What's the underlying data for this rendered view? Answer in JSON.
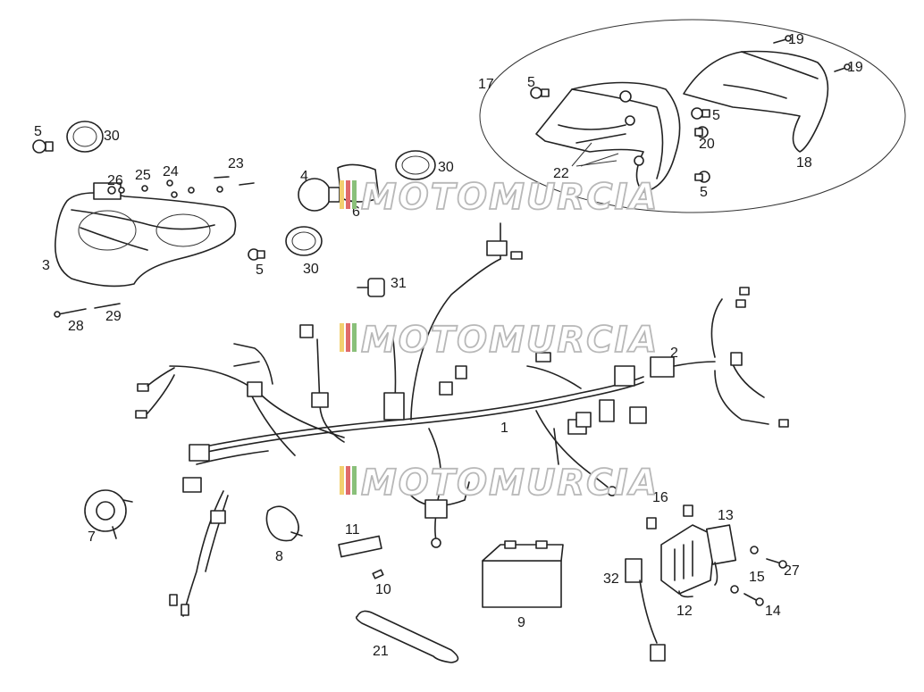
{
  "diagram": {
    "callouts": [
      {
        "id": "c1",
        "text": "1"
      },
      {
        "id": "c2",
        "text": "2"
      },
      {
        "id": "c3",
        "text": "3"
      },
      {
        "id": "c4",
        "text": "4"
      },
      {
        "id": "c5a",
        "text": "5"
      },
      {
        "id": "c5b",
        "text": "5"
      },
      {
        "id": "c5c",
        "text": "5"
      },
      {
        "id": "c5d",
        "text": "5"
      },
      {
        "id": "c5e",
        "text": "5"
      },
      {
        "id": "c6",
        "text": "6"
      },
      {
        "id": "c7",
        "text": "7"
      },
      {
        "id": "c8",
        "text": "8"
      },
      {
        "id": "c9",
        "text": "9"
      },
      {
        "id": "c10",
        "text": "10"
      },
      {
        "id": "c11",
        "text": "11"
      },
      {
        "id": "c12",
        "text": "12"
      },
      {
        "id": "c13",
        "text": "13"
      },
      {
        "id": "c14",
        "text": "14"
      },
      {
        "id": "c15",
        "text": "15"
      },
      {
        "id": "c16",
        "text": "16"
      },
      {
        "id": "c17",
        "text": "17"
      },
      {
        "id": "c18",
        "text": "18"
      },
      {
        "id": "c19a",
        "text": "19"
      },
      {
        "id": "c19b",
        "text": "19"
      },
      {
        "id": "c20",
        "text": "20"
      },
      {
        "id": "c21",
        "text": "21"
      },
      {
        "id": "c22",
        "text": "22"
      },
      {
        "id": "c23",
        "text": "23"
      },
      {
        "id": "c24",
        "text": "24"
      },
      {
        "id": "c25",
        "text": "25"
      },
      {
        "id": "c26",
        "text": "26"
      },
      {
        "id": "c27",
        "text": "27"
      },
      {
        "id": "c28",
        "text": "28"
      },
      {
        "id": "c29",
        "text": "29"
      },
      {
        "id": "c30a",
        "text": "30"
      },
      {
        "id": "c30b",
        "text": "30"
      },
      {
        "id": "c30c",
        "text": "30"
      },
      {
        "id": "c31",
        "text": "31"
      },
      {
        "id": "c32",
        "text": "32"
      }
    ]
  },
  "watermark": {
    "text": "MOTOMURCIA"
  },
  "colors": {
    "line": "#222222",
    "background": "#ffffff",
    "watermark_outline": "#b8b8b8"
  }
}
